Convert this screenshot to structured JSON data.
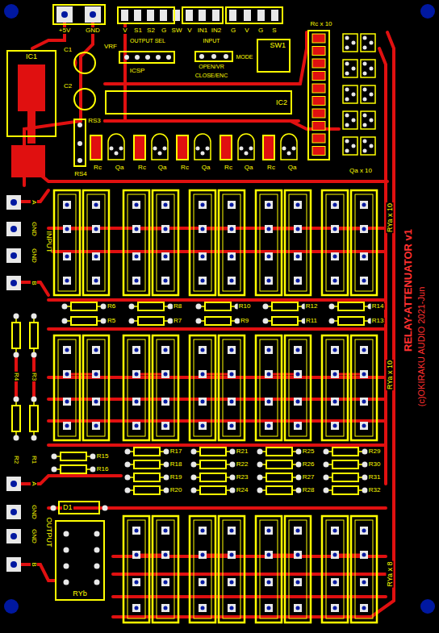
{
  "diagram": {
    "title": "RELAY-ATTENUATOR v1",
    "nodes": [
      {
        "text": [
          "IC1"
        ]
      },
      {
        "text": [
          "IC2"
        ]
      },
      {
        "text": [
          "SW1"
        ]
      },
      {
        "text": [
          "D1"
        ]
      },
      {
        "text": [
          "RYb"
        ]
      }
    ],
    "labels": [
      "+5V",
      "GND",
      "V",
      "S1",
      "S2",
      "G",
      "SW",
      "V",
      "IN1",
      "IN2",
      "G",
      "V",
      "G",
      "S",
      "OUTPUT SEL",
      "INPUT",
      "VRF",
      "ICSP",
      "OPEN/VR",
      "CLOSE/ENC",
      "MODE",
      "Rc x 10",
      "C1",
      "C2",
      "RS3",
      "RS4",
      "Rc",
      "Qa",
      "Rc",
      "Qa",
      "Rc",
      "Qa",
      "Rc",
      "Qa",
      "Rc",
      "Qa",
      "Qa x 10",
      "INPUT",
      "A",
      "GND",
      "GND",
      "B",
      "R6",
      "R5",
      "R8",
      "R7",
      "R10",
      "R9",
      "R12",
      "R11",
      "R14",
      "R13",
      "R4",
      "R3",
      "R2",
      "R1",
      "RYa x 10",
      "RYa x 10",
      "R15",
      "R16",
      "R17",
      "R18",
      "R19",
      "R20",
      "R21",
      "R22",
      "R23",
      "R24",
      "R25",
      "R26",
      "R27",
      "R28",
      "R29",
      "R30",
      "R31",
      "R32",
      "OUTPUT",
      "A",
      "GND",
      "GND",
      "B",
      "RYa x 8",
      "(c)OKIRAKU AUDIO 2021-Jun"
    ]
  }
}
